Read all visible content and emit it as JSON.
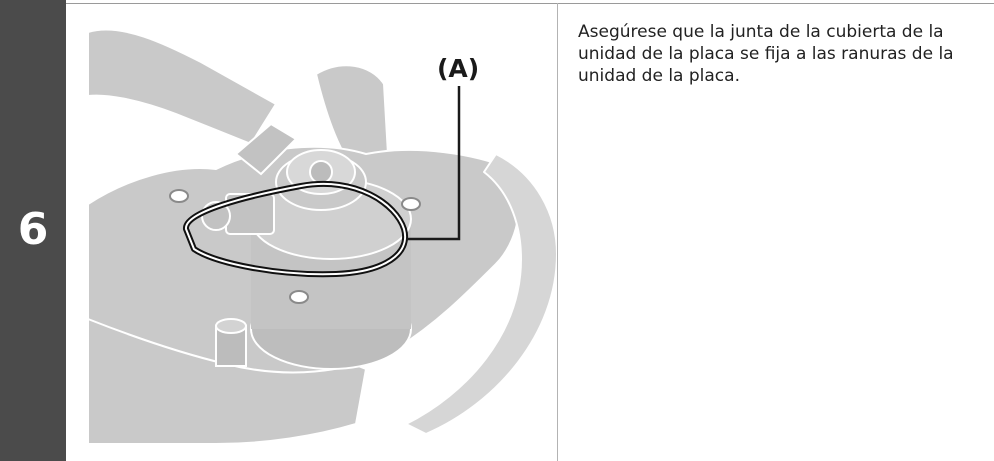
{
  "step": {
    "number": "6"
  },
  "illustration": {
    "callout_label": "(A)"
  },
  "instruction": {
    "text": "Asegúrese que la junta de la cubierta de la unidad de la placa se fija a las ranuras de la unidad de la placa."
  },
  "colors": {
    "step_bar": "#4b4b4b",
    "part_fill": "#c9c9c9",
    "gasket": "#111111"
  }
}
